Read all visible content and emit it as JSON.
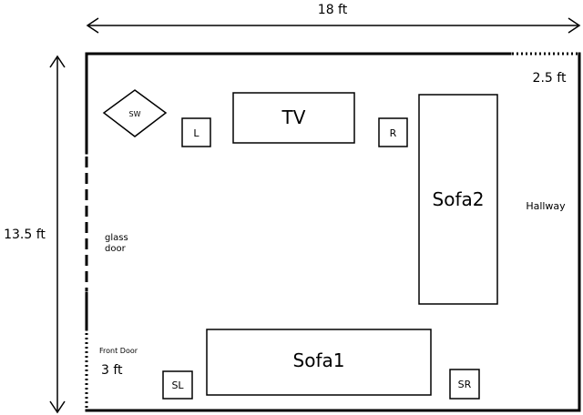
{
  "dimensions": {
    "width": "18 ft",
    "depth": "13.5 ft",
    "hallway_opening": "2.5 ft",
    "front_door_width": "3 ft"
  },
  "labels": {
    "glass_door_line1": "glass",
    "glass_door_line2": "door",
    "front_door": "Front Door",
    "hallway": "Hallway"
  },
  "furniture": {
    "subwoofer": "SW",
    "left_speaker": "L",
    "tv": "TV",
    "right_speaker": "R",
    "sofa2": "Sofa2",
    "sofa1": "Sofa1",
    "surround_left": "SL",
    "surround_right": "SR"
  }
}
